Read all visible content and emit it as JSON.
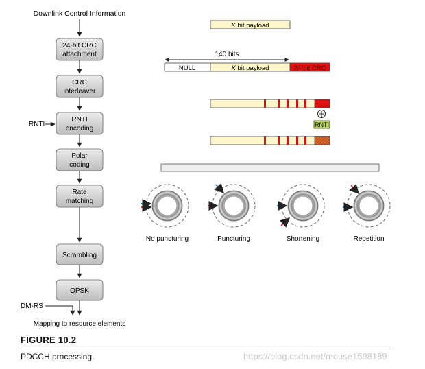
{
  "flow": {
    "input": "Downlink Control Information",
    "steps": [
      {
        "id": "crc-attachment",
        "line1": "24-bit CRC",
        "line2": "attachment"
      },
      {
        "id": "crc-interleaver",
        "line1": "CRC",
        "line2": "interleaver"
      },
      {
        "id": "rnti-encoding",
        "line1": "RNTI",
        "line2": "encoding"
      },
      {
        "id": "polar-coding",
        "line1": "Polar",
        "line2": "coding"
      },
      {
        "id": "rate-matching",
        "line1": "Rate",
        "line2": "matching"
      },
      {
        "id": "scrambling",
        "line1": "Scrambling",
        "line2": ""
      },
      {
        "id": "qpsk",
        "line1": "QPSK",
        "line2": ""
      }
    ],
    "rnti_input": "RNTI",
    "dmrs_input": "DM-RS",
    "output": "Mapping to resource elements"
  },
  "bits": {
    "payload_label": "bit payload",
    "payload_k": "K",
    "length_label": "140 bits",
    "null_label": "NULL",
    "crc_label": "24-bit CRC",
    "rnti_label": "RNTI",
    "xor_symbol": "+"
  },
  "rate_matching_modes": [
    "No puncturing",
    "Puncturing",
    "Shortening",
    "Repetition"
  ],
  "figure": {
    "label": "FIGURE 10.2",
    "caption": "PDCCH processing."
  },
  "watermark": "https://blog.csdn.net/mouse1598189",
  "colors": {
    "payload_fill": "#fdf6cc",
    "crc_red": "#e01010",
    "rnti_green": "#b8d94a",
    "box_fill": "#d2d2d2",
    "arrow_blue": "#2d8fd8",
    "arrow_red": "#e03030"
  }
}
